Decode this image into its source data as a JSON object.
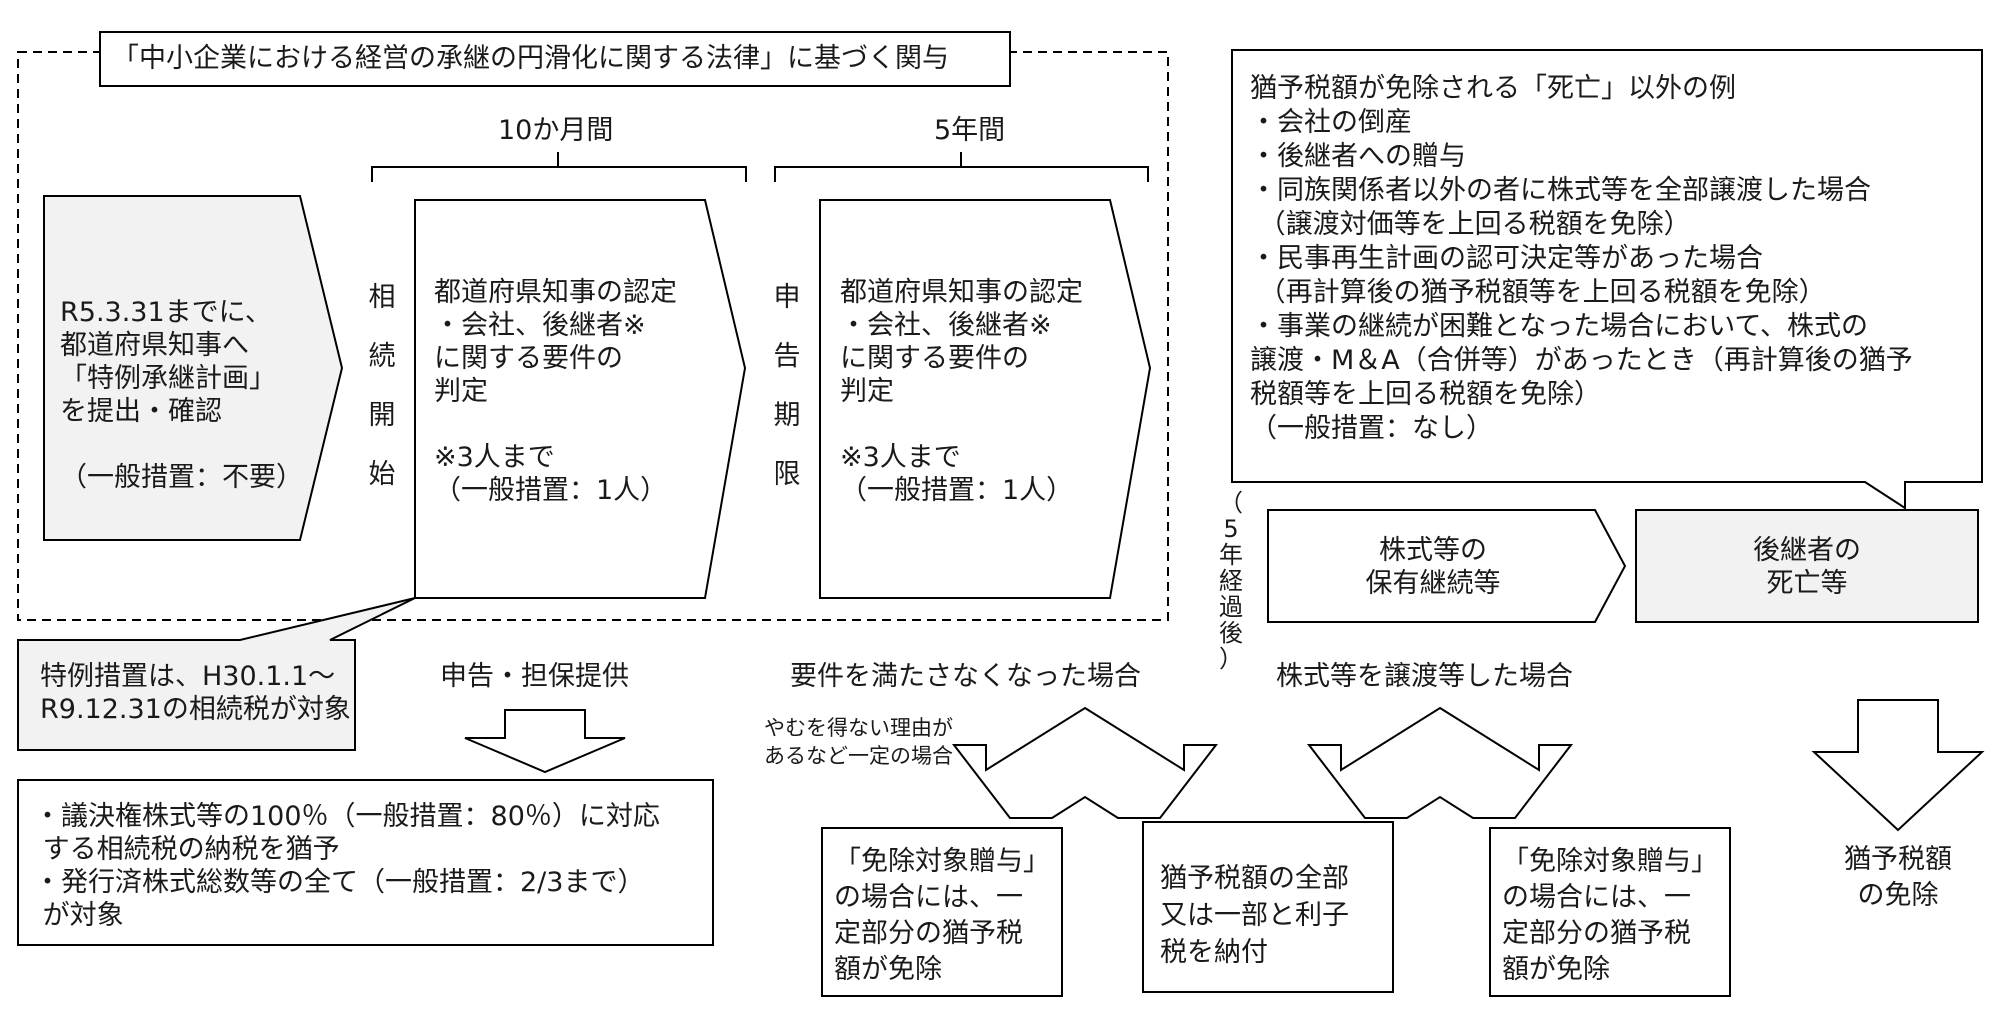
{
  "header": {
    "law_title": "「中小企業における経営の承継の円滑化に関する法律」に基づく関与"
  },
  "periods": {
    "ten_months": "10か月間",
    "five_years": "5年間"
  },
  "plan_box": {
    "lines": "R5.3.31までに、\n都道府県知事へ\n「特例承継計画」\nを提出・確認\n\n（一般措置：不要）"
  },
  "milestones": {
    "inheritance_start": "相\n続\n開\n始",
    "filing_deadline": "申\n告\n期\n限",
    "five_years_elapsed": "（\n5\n年\n経\n過\n後\n）"
  },
  "certification_1": {
    "lines": "都道府県知事の認定\n・会社、後継者※\nに関する要件の\n判定\n\n※3人まで\n（一般措置：1人）"
  },
  "certification_2": {
    "lines": "都道府県知事の認定\n・会社、後継者※\nに関する要件の\n判定\n\n※3人まで\n（一般措置：1人）"
  },
  "special_note": {
    "lines": "特例措置は、H30.1.1～\nR9.12.31の相続税が対象"
  },
  "filing_label": "申告・担保提供",
  "deferral_box": {
    "lines": "・議決権株式等の100％（一般措置：80％）に対応\n する相続税の納税を猶予\n・発行済株式総数等の全て（一般措置：2/3まで）\n が対象"
  },
  "exemption_examples": {
    "lines": "猶予税額が免除される「死亡」以外の例\n・会社の倒産\n・後継者への贈与\n・同族関係者以外の者に株式等を全部譲渡した場合\n （譲渡対価等を上回る税額を免除）\n・民事再生計画の認可決定等があった場合\n （再計算後の猶予税額等を上回る税額を免除）\n・事業の継続が困難となった場合において、株式の\n譲渡・M＆A（合併等）があったとき（再計算後の猶予\n税額等を上回る税額を免除）\n（一般措置：なし）"
  },
  "holding_box": {
    "lines": "株式等の\n保有継続等"
  },
  "death_box": {
    "lines": "後継者の\n死亡等"
  },
  "outcomes": {
    "requirements_unmet": "要件を満たさなくなった場合",
    "shares_transferred": "株式等を譲渡等した場合",
    "unavoidable_reason": "やむを得ない理由が\nあるなど一定の場合",
    "exempt_gift_1": "「免除対象贈与」\nの場合には、一\n定部分の猶予税\n額が免除",
    "pay_tax": "猶予税額の全部\n又は一部と利子\n税を納付",
    "exempt_gift_2": "「免除対象贈与」\nの場合には、一\n定部分の猶予税\n額が免除",
    "tax_exempted": "猶予税額\nの免除"
  },
  "colors": {
    "stroke": "#000000",
    "shaded_fill": "#f2f2f2",
    "text": "#1a1a1a"
  }
}
